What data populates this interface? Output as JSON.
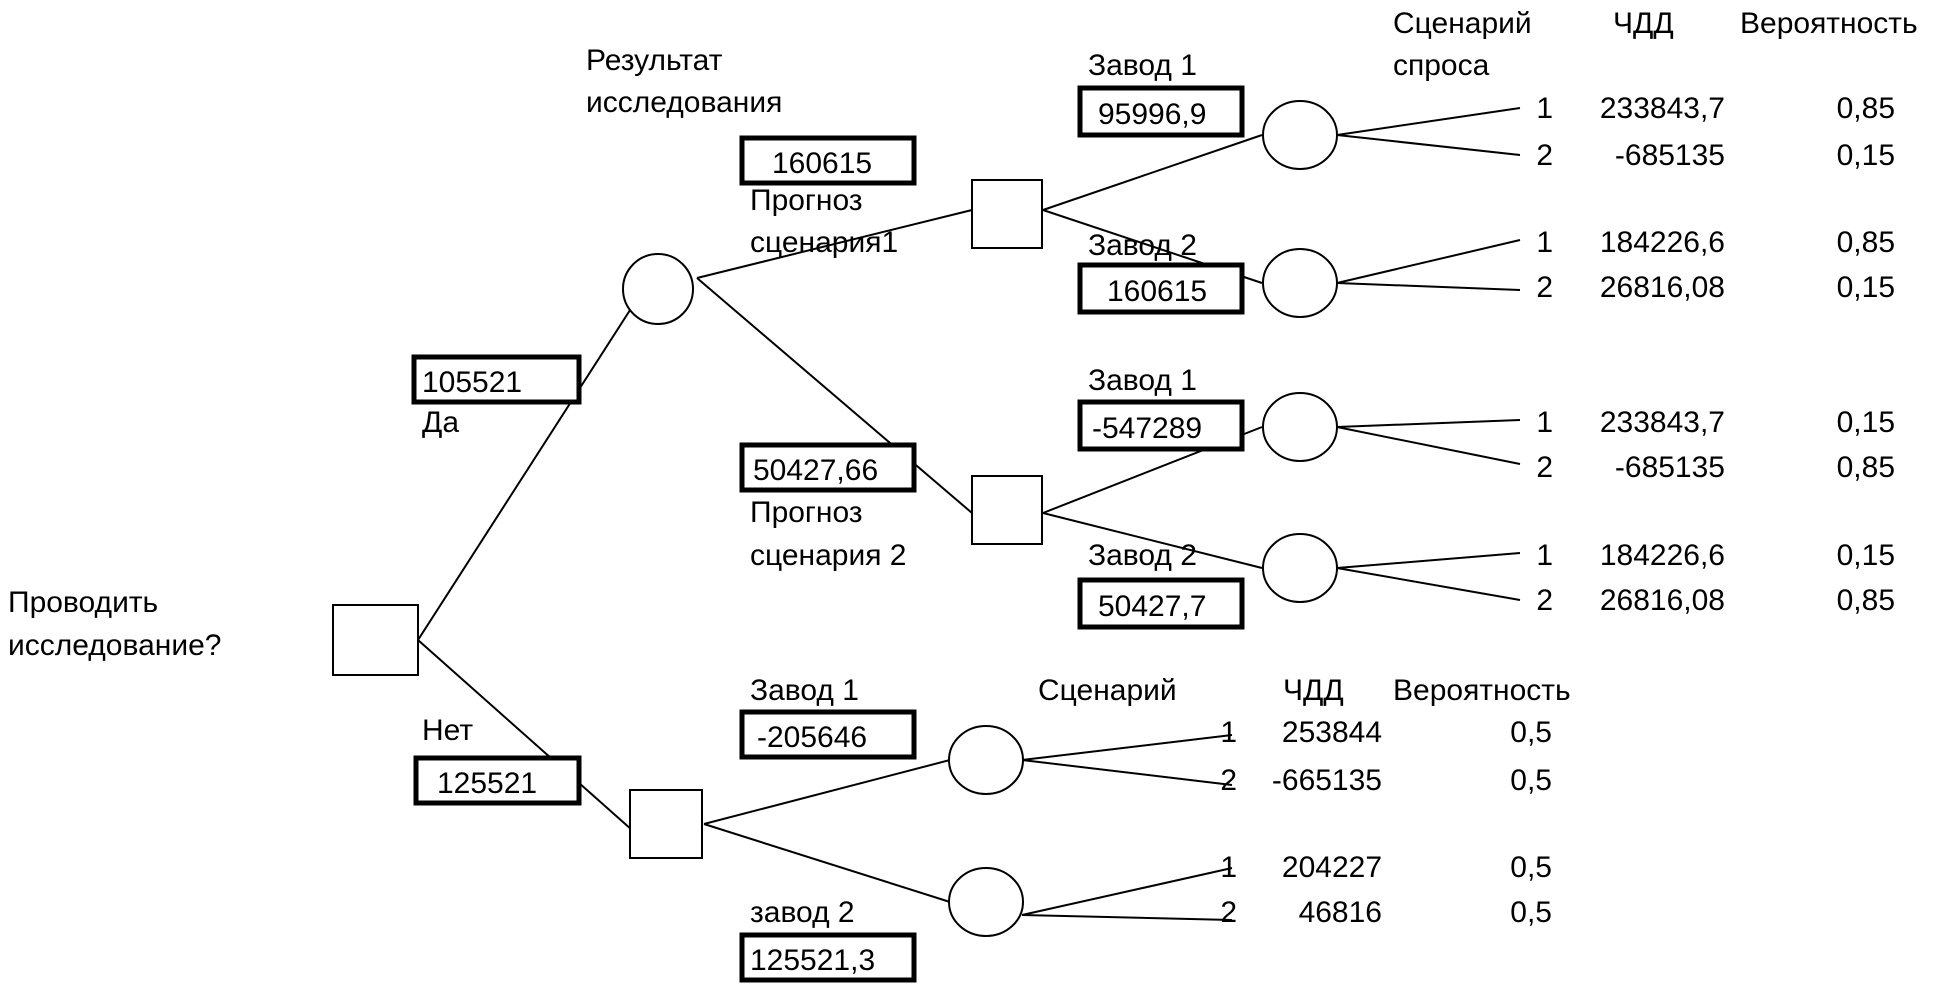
{
  "root": {
    "question_line1": "Проводить",
    "question_line2": "исследование?"
  },
  "yes_branch": {
    "value": "105521",
    "label": "Да",
    "result_label_line1": "Результат",
    "result_label_line2": "исследования",
    "forecast1": {
      "value": "160615",
      "label_line1": "Прогноз",
      "label_line2": "сценария1",
      "plant1": {
        "label": "Завод 1",
        "value": "95996,9",
        "outcomes": [
          {
            "scenario": "1",
            "npv": "233843,7",
            "prob": "0,85"
          },
          {
            "scenario": "2",
            "npv": "-685135",
            "prob": "0,15"
          }
        ]
      },
      "plant2": {
        "label": "Завод 2",
        "value": "160615",
        "outcomes": [
          {
            "scenario": "1",
            "npv": "184226,6",
            "prob": "0,85"
          },
          {
            "scenario": "2",
            "npv": "26816,08",
            "prob": "0,15"
          }
        ]
      }
    },
    "forecast2": {
      "value": "50427,66",
      "label_line1": "Прогноз",
      "label_line2": "сценария 2",
      "plant1": {
        "label": "Завод 1",
        "value": "-547289",
        "outcomes": [
          {
            "scenario": "1",
            "npv": "233843,7",
            "prob": "0,15"
          },
          {
            "scenario": "2",
            "npv": "-685135",
            "prob": "0,85"
          }
        ]
      },
      "plant2": {
        "label": "Завод 2",
        "value": "50427,7",
        "outcomes": [
          {
            "scenario": "1",
            "npv": "184226,6",
            "prob": "0,15"
          },
          {
            "scenario": "2",
            "npv": "26816,08",
            "prob": "0,85"
          }
        ]
      }
    }
  },
  "no_branch": {
    "label": "Нет",
    "value": "125521",
    "plant1": {
      "label": "Завод 1",
      "value": "-205646",
      "outcomes": [
        {
          "scenario": "1",
          "npv": "253844",
          "prob": "0,5"
        },
        {
          "scenario": "2",
          "npv": "-665135",
          "prob": "0,5"
        }
      ]
    },
    "plant2": {
      "label": "завод 2",
      "value": "125521,3",
      "outcomes": [
        {
          "scenario": "1",
          "npv": "204227",
          "prob": "0,5"
        },
        {
          "scenario": "2",
          "npv": "46816",
          "prob": "0,5"
        }
      ]
    }
  },
  "headers_top": {
    "scenario_line1": "Сценарий",
    "scenario_line2": "спроса",
    "npv": "ЧДД",
    "prob": "Вероятность"
  },
  "headers_bottom": {
    "scenario": "Сценарий",
    "npv": "ЧДД",
    "prob": "Вероятность"
  }
}
